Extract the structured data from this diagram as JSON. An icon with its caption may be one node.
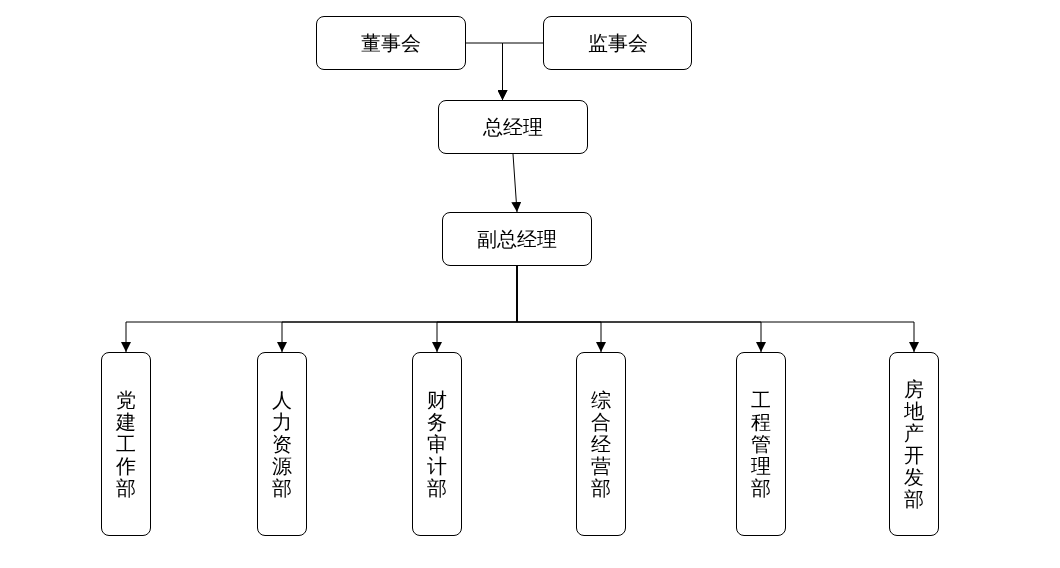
{
  "diagram": {
    "nodes": [
      {
        "text": [
          "董事会"
        ]
      },
      {
        "text": [
          "监事会"
        ]
      },
      {
        "text": [
          "总经理"
        ]
      },
      {
        "text": [
          "副总经理"
        ]
      },
      {
        "text": [
          "党建工作部"
        ]
      },
      {
        "text": [
          "人力资源部"
        ]
      },
      {
        "text": [
          "财务审计部"
        ]
      },
      {
        "text": [
          "综合经营部"
        ]
      },
      {
        "text": [
          "工程管理部"
        ]
      },
      {
        "text": [
          "房地产开发部"
        ]
      }
    ],
    "edges": [
      {
        "from": 0,
        "to": 2,
        "arrow": "to"
      },
      {
        "from": 1,
        "to": 2,
        "arrow": "to"
      },
      {
        "from": 2,
        "to": 3,
        "arrow": "to"
      },
      {
        "from": 3,
        "to": 4,
        "arrow": "to"
      },
      {
        "from": 3,
        "to": 5,
        "arrow": "to"
      },
      {
        "from": 3,
        "to": 6,
        "arrow": "to"
      },
      {
        "from": 3,
        "to": 7,
        "arrow": "to"
      },
      {
        "from": 3,
        "to": 8,
        "arrow": "to"
      },
      {
        "from": 3,
        "to": 9,
        "arrow": "to"
      }
    ]
  }
}
